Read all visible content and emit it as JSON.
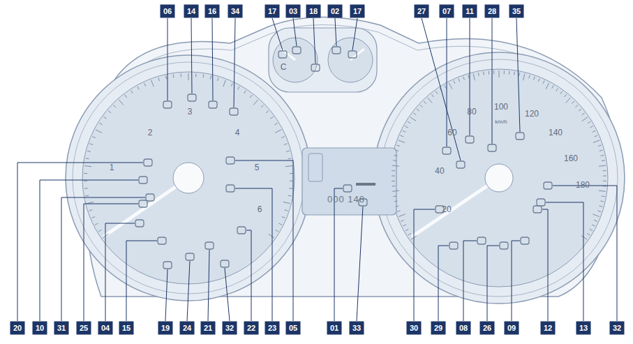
{
  "diagram": {
    "labels": [
      "06",
      "14",
      "16",
      "34",
      "17",
      "03",
      "18",
      "02",
      "17",
      "27",
      "07",
      "11",
      "28",
      "35",
      "20",
      "10",
      "31",
      "25",
      "04",
      "15",
      "19",
      "24",
      "21",
      "32",
      "22",
      "23",
      "05",
      "01",
      "33",
      "30",
      "29",
      "08",
      "26",
      "09",
      "12",
      "13",
      "32",
      "1",
      "2",
      "3",
      "4",
      "5",
      "6",
      "20",
      "40",
      "60",
      "80",
      "100",
      "120",
      "140",
      "160",
      "180",
      "km/h",
      "C",
      "000 148"
    ]
  }
}
